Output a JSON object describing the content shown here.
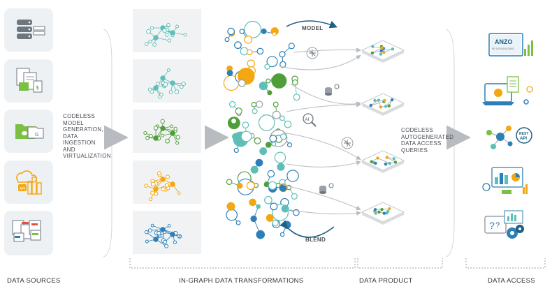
{
  "sections": {
    "sources": "DATA SOURCES",
    "transforms": "IN-GRAPH DATA TRANSFORMATIONS",
    "product": "DATA PRODUCT",
    "access": "DATA ACCESS"
  },
  "captions": {
    "left": [
      "CODELESS",
      "MODEL",
      "GENERATION,",
      "DATA",
      "INGESTION",
      "AND",
      "VIRTUALIZATION"
    ],
    "right": [
      "CODELESS",
      "AUTOGENERATED",
      "DATA ACCESS",
      "QUERIES"
    ]
  },
  "tags": {
    "model": "MODEL",
    "blend": "BLEND"
  },
  "badges": {
    "ai": "AI",
    "rest": "REST",
    "api": "API",
    "anzo": "ANZO",
    "anzo_sub": "BE DATA BUILDING"
  },
  "colors": {
    "teal": "#5dbfb8",
    "blue": "#2c7fb8",
    "green": "#4f9e3a",
    "orange": "#f3a712",
    "gray": "#9aa0a6",
    "panel": "#f1f2f3",
    "tile": "#eef1f4",
    "arrow": "#c9ccd0"
  }
}
